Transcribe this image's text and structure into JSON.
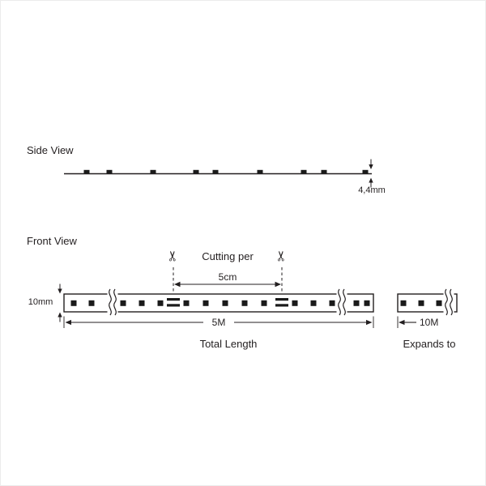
{
  "side_view": {
    "label": "Side View",
    "thickness": "4,4mm"
  },
  "front_view": {
    "label": "Front View",
    "cutting_label": "Cutting per",
    "cut_spacing": "5cm",
    "strip_height": "10mm",
    "strip_length": "5M",
    "total_length_label": "Total Length"
  },
  "expanded": {
    "length": "10M",
    "label": "Expands to"
  },
  "icons": {
    "scissors": "✂"
  },
  "colors": {
    "ink": "#231f20",
    "component": "#1a1a1a"
  }
}
